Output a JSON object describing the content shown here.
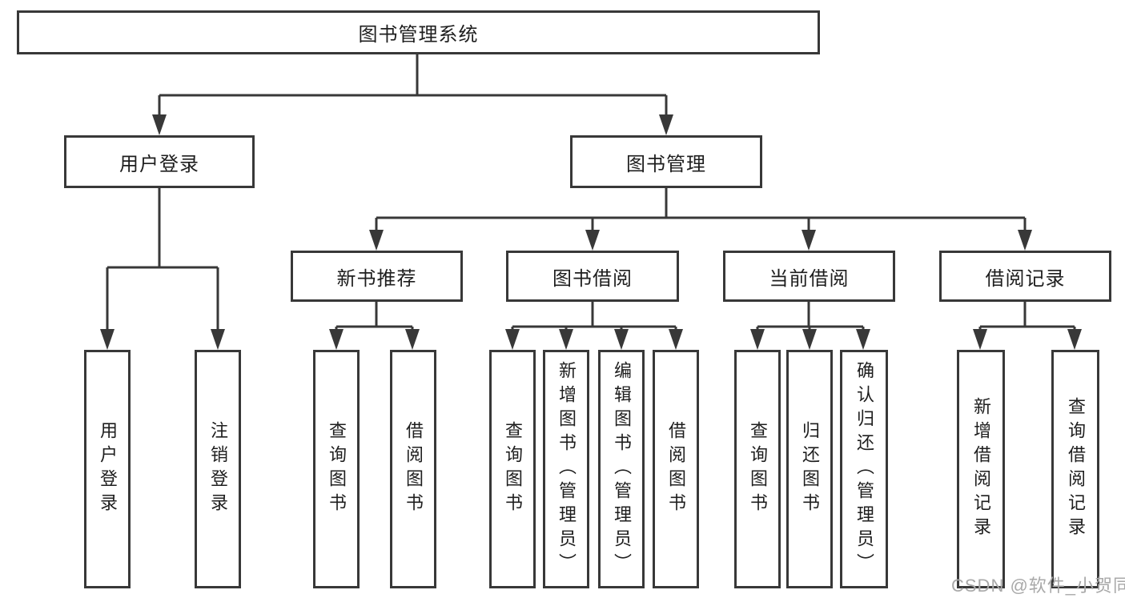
{
  "diagram": {
    "root": "图书管理系统",
    "level2": [
      "用户登录",
      "图书管理"
    ],
    "level3": [
      "新书推荐",
      "图书借阅",
      "当前借阅",
      "借阅记录"
    ],
    "leaves": {
      "user_login": [
        "用户登录",
        "注销登录"
      ],
      "new_book_recommend": [
        "查询图书",
        "借阅图书"
      ],
      "book_borrow": [
        "查询图书",
        "新增图书（管理员）",
        "编辑图书（管理员）",
        "借阅图书"
      ],
      "current_borrow": [
        "查询图书",
        "归还图书",
        "确认归还（管理员）"
      ],
      "borrow_records": [
        "新增借阅记录",
        "查询借阅记录"
      ]
    }
  },
  "watermark": "CSDN @软件_小贺同学",
  "colors": {
    "line": "#383838",
    "border": "#383838",
    "text": "#1e1e1e",
    "watermark": "#a9a9a9",
    "background": "#ffffff"
  }
}
